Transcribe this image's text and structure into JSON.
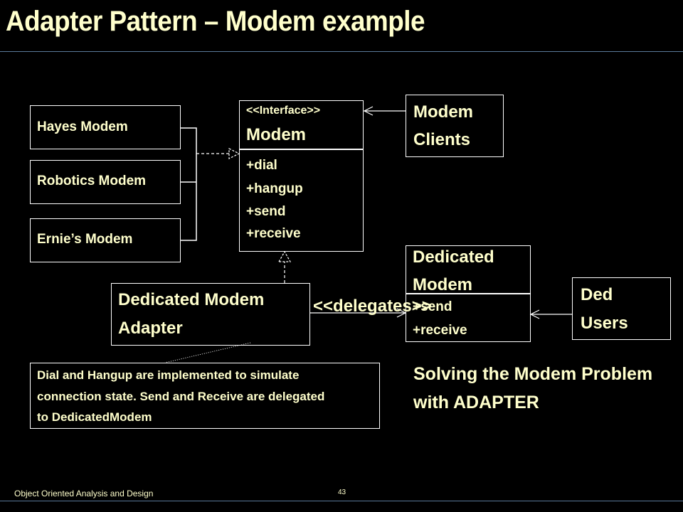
{
  "title": "Adapter Pattern – Modem example",
  "diagram": {
    "hayes_modem": "Hayes Modem",
    "robotics_modem": "Robotics Modem",
    "ernies_modem": "Ernie’s Modem",
    "modem_interface": {
      "stereotype": "<<Interface>>",
      "name": "Modem",
      "operations": [
        "+dial",
        "+hangup",
        "+send",
        "+receive"
      ]
    },
    "modem_clients": [
      "Modem",
      "Clients"
    ],
    "dedicated_modem": {
      "name": [
        "Dedicated",
        "Modem"
      ],
      "operations": [
        "+send",
        "+receive"
      ]
    },
    "ded_users": [
      "Ded",
      "Users"
    ],
    "adapter": [
      "Dedicated Modem",
      "Adapter"
    ],
    "delegates_label": "<<delegates>>",
    "note": [
      "Dial and Hangup are implemented to simulate",
      "connection state. Send and Receive are delegated",
      "to DedicatedModem"
    ],
    "caption": [
      "Solving the Modem Problem",
      "with ADAPTER"
    ]
  },
  "footer": {
    "course": "Object Oriented Analysis and Design",
    "page": "43"
  }
}
